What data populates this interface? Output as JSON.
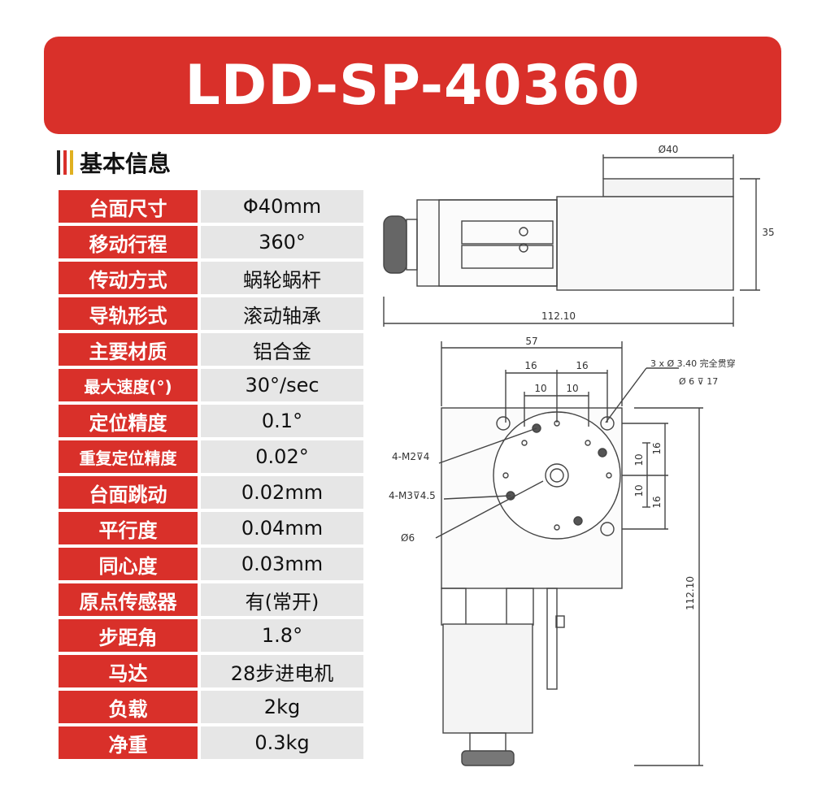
{
  "title": "LDD-SP-40360",
  "section": {
    "title": "基本信息",
    "bar_colors": [
      "#222222",
      "#d9302a",
      "#e0b020"
    ]
  },
  "colors": {
    "accent": "#d9302a",
    "value_bg": "#e6e6e6"
  },
  "specs": [
    {
      "label": "台面尺寸",
      "value": "Φ40mm"
    },
    {
      "label": "移动行程",
      "value": "360°"
    },
    {
      "label": "传动方式",
      "value": "蜗轮蜗杆"
    },
    {
      "label": "导轨形式",
      "value": "滚动轴承"
    },
    {
      "label": "主要材质",
      "value": "铝合金"
    },
    {
      "label": "最大速度(°)",
      "value": "30°/sec"
    },
    {
      "label": "定位精度",
      "value": "0.1°"
    },
    {
      "label": "重复定位精度",
      "value": "0.02°"
    },
    {
      "label": "台面跳动",
      "value": "0.02mm"
    },
    {
      "label": "平行度",
      "value": "0.04mm"
    },
    {
      "label": "同心度",
      "value": "0.03mm"
    },
    {
      "label": "原点传感器",
      "value": "有(常开)"
    },
    {
      "label": "步距角",
      "value": "1.8°"
    },
    {
      "label": "马达",
      "value": "28步进电机"
    },
    {
      "label": "负载",
      "value": "2kg"
    },
    {
      "label": "净重",
      "value": "0.3kg"
    }
  ],
  "drawing": {
    "dim_top_dia": "Ø40",
    "dim_height": "35",
    "dim_side_len": "112.10",
    "dim_width": "57",
    "dim_16a": "16",
    "dim_16b": "16",
    "dim_10a": "10",
    "dim_10b": "10",
    "note_hole_1": "3 x  Ø 3.40 完全贯穿",
    "note_hole_2": "Ø 6 ⊽ 17",
    "label_m2": "4-M2⊽4",
    "label_m3": "4-M3⊽4.5",
    "label_d6": "Ø6",
    "dim_r16a": "16",
    "dim_r10a": "10",
    "dim_r10b": "10",
    "dim_r16b": "16",
    "dim_front_len": "112.10"
  }
}
